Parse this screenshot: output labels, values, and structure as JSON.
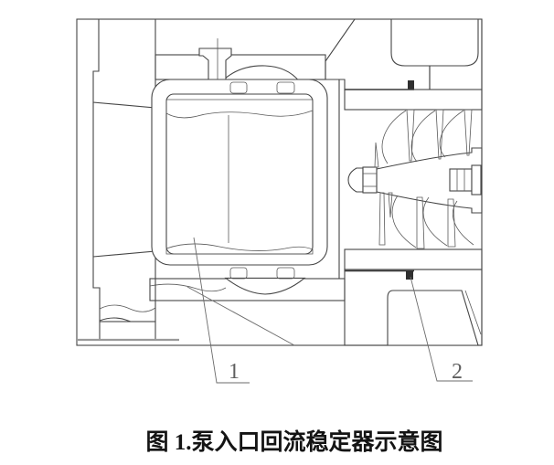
{
  "drawing": {
    "caption": "图 1.泵入口回流稳定器示意图",
    "part_labels": [
      {
        "text": "1"
      },
      {
        "text": "2"
      }
    ],
    "colors": {
      "background": "#ffffff",
      "line": "#454545",
      "hatch": "#6f6f6f",
      "dark_fill": "#2f2f2f",
      "leader": "#6b6b6b",
      "caption_text": "#141414"
    }
  }
}
